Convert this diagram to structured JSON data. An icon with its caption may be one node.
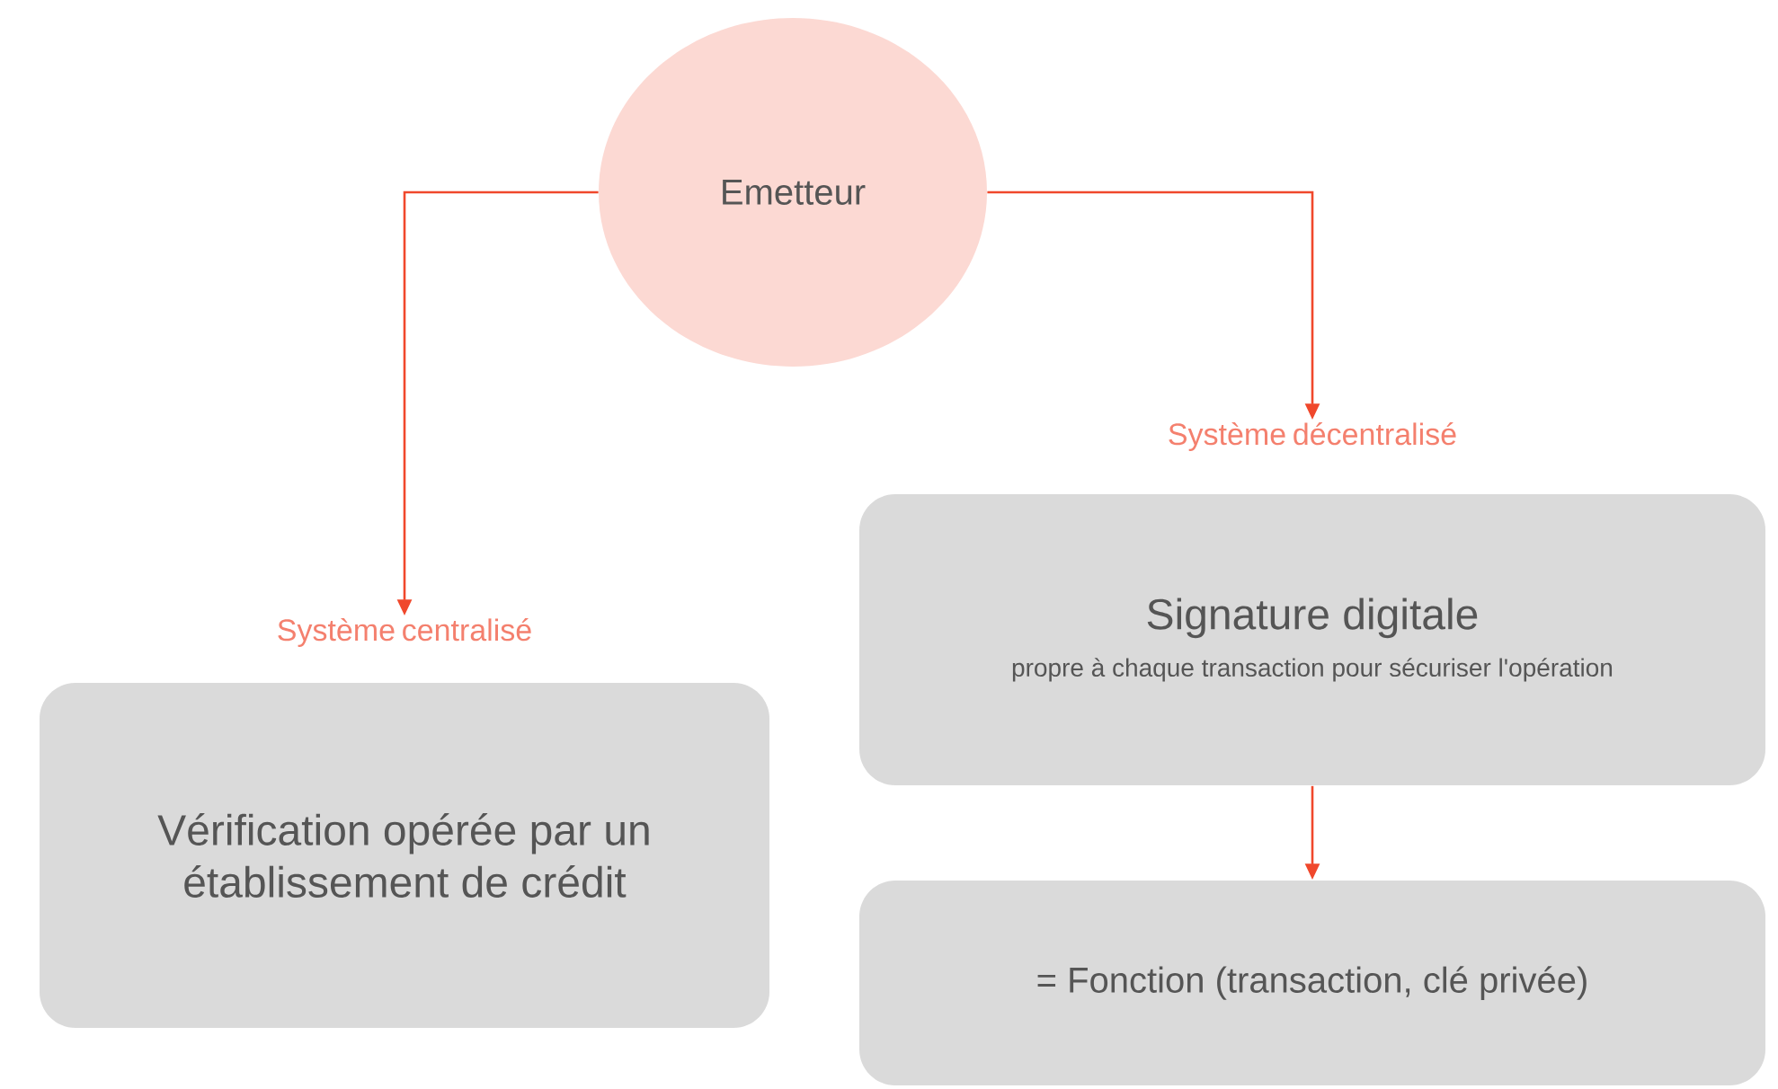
{
  "diagram": {
    "nodes": [
      {
        "text": [
          "Emetteur"
        ]
      },
      {
        "text": [
          "Système centralisé",
          "Vérification opérée par un établissement de crédit"
        ]
      },
      {
        "text": [
          "Système décentralisé",
          "Signature digitale",
          "propre à chaque transaction pour sécuriser l'opération"
        ]
      },
      {
        "text": [
          "= Fonction (transaction, clé privée)"
        ]
      }
    ],
    "edges": [
      {
        "from": 0,
        "to": 1,
        "arrow": "to"
      },
      {
        "from": 0,
        "to": 2,
        "arrow": "to"
      },
      {
        "from": 2,
        "to": 3,
        "arrow": "to"
      }
    ]
  }
}
